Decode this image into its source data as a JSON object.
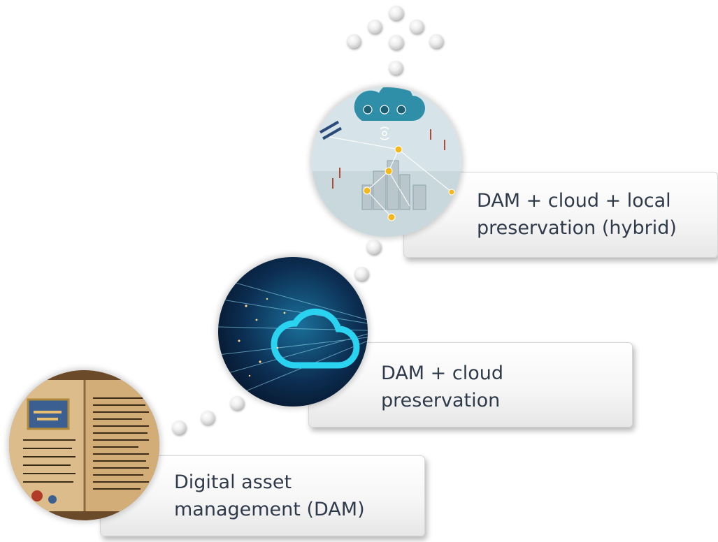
{
  "stages": [
    {
      "label": "Digital asset\nmanagement (DAM)",
      "icon": "manuscript-image"
    },
    {
      "label": "DAM + cloud\npreservation",
      "icon": "cloud-network-image"
    },
    {
      "label": "DAM + cloud + local\npreservation (hybrid)",
      "icon": "smart-city-cloud-image"
    }
  ],
  "cloud_icons": [
    "enControl",
    "enCost",
    "enMarket"
  ],
  "colors": {
    "text": "#2f3a4a",
    "cyan": "#2ad4f0",
    "accent_yellow": "#f5b81c"
  }
}
